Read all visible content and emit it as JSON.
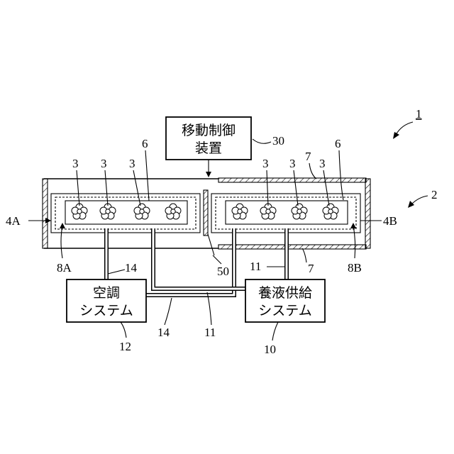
{
  "boxes": {
    "movement_control": {
      "line1": "移動制御",
      "line2": "装置",
      "ref": "30"
    },
    "air_conditioning": {
      "line1": "空調",
      "line2": "システム",
      "ref": "12"
    },
    "nutrient_supply": {
      "line1": "養液供給",
      "line2": "システム",
      "ref": "10"
    }
  },
  "labels": {
    "system": "1",
    "room": "2",
    "plant": "3",
    "unit_a": "4A",
    "unit_b": "4B",
    "tray": "6",
    "rail": "7",
    "space_a": "8A",
    "space_b": "8B",
    "nutrient_pipe": "11",
    "air_duct": "14",
    "partition": "50"
  }
}
